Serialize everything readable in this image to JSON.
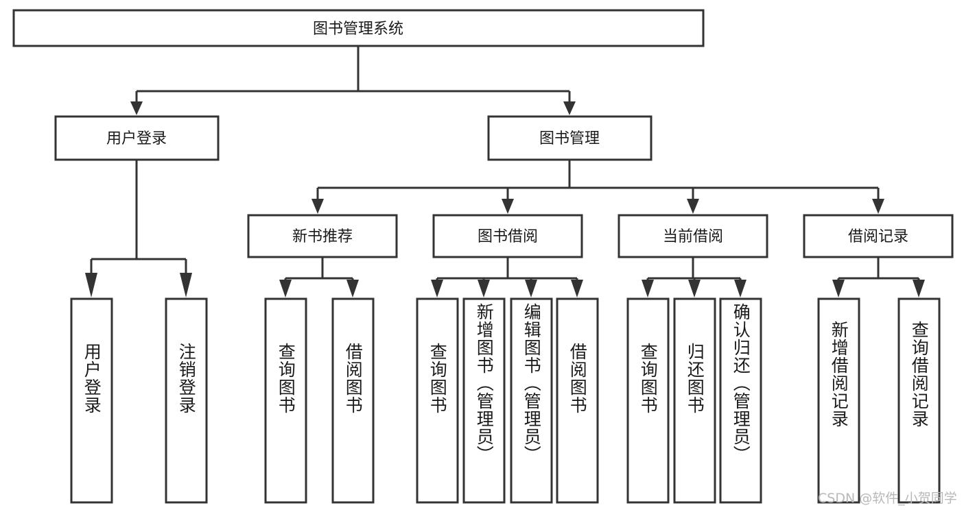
{
  "diagram": {
    "title": "图书管理系统",
    "type": "tree-hierarchy-diagram",
    "watermark": "CSDN @软件_小贺同学",
    "colors": {
      "stroke": "#333333",
      "fill": "#ffffff",
      "text": "#1a1a1a",
      "watermark": "#b8b8b8"
    },
    "root": {
      "id": "root",
      "label": "图书管理系统"
    },
    "level2": [
      {
        "id": "user-login",
        "label": "用户登录"
      },
      {
        "id": "book-management",
        "label": "图书管理"
      }
    ],
    "level3": [
      {
        "id": "new-book-recommend",
        "label": "新书推荐"
      },
      {
        "id": "book-borrow",
        "label": "图书借阅"
      },
      {
        "id": "current-borrow",
        "label": "当前借阅"
      },
      {
        "id": "borrow-record",
        "label": "借阅记录"
      }
    ],
    "leaves": {
      "user_login": [
        {
          "id": "leaf-user-login",
          "label": "用户登录"
        },
        {
          "id": "leaf-logout-login",
          "label": "注销登录"
        }
      ],
      "new_book_recommend": [
        {
          "id": "leaf-query-book-1",
          "label": "查询图书"
        },
        {
          "id": "leaf-borrow-book-1",
          "label": "借阅图书"
        }
      ],
      "book_borrow": [
        {
          "id": "leaf-query-book-2",
          "label": "查询图书"
        },
        {
          "id": "leaf-add-book",
          "label": "新增图书（管理员）"
        },
        {
          "id": "leaf-edit-book",
          "label": "编辑图书（管理员）"
        },
        {
          "id": "leaf-borrow-book-2",
          "label": "借阅图书"
        }
      ],
      "current_borrow": [
        {
          "id": "leaf-query-book-3",
          "label": "查询图书"
        },
        {
          "id": "leaf-return-book",
          "label": "归还图书"
        },
        {
          "id": "leaf-confirm-return",
          "label": "确认归还（管理员）"
        }
      ],
      "borrow_record": [
        {
          "id": "leaf-add-record",
          "label": "新增借阅记录"
        },
        {
          "id": "leaf-query-record",
          "label": "查询借阅记录"
        }
      ]
    }
  }
}
